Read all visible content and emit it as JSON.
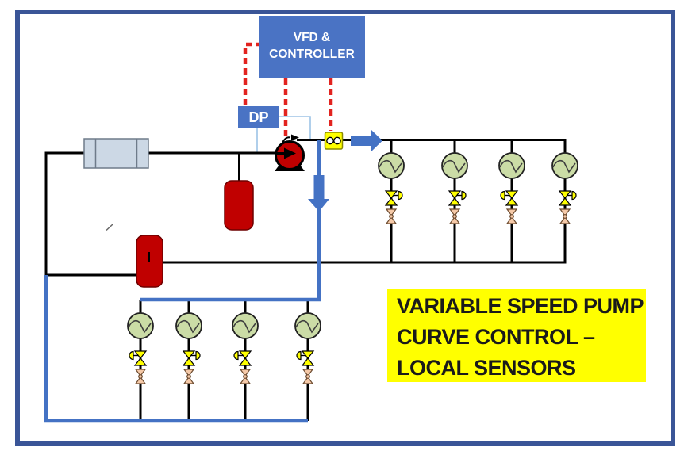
{
  "controller_box": {
    "line1": "VFD &",
    "line2": "CONTROLLER"
  },
  "dp_box": {
    "label": "DP"
  },
  "caption": {
    "line1": "VARIABLE SPEED PUMP",
    "line2": "CURVE CONTROL –",
    "line3": "LOCAL SENSORS"
  },
  "coil_groups": {
    "top": {
      "count": 4,
      "actuator_sides": [
        "right",
        "right",
        "left",
        "right"
      ]
    },
    "bottom": {
      "count": 4,
      "actuator_sides": [
        "left",
        "right",
        "left",
        "left"
      ]
    }
  },
  "colors": {
    "frame": "#3a5597",
    "control_box_fill": "#4a73c4",
    "control_box_text": "#ffffff",
    "caption_bg": "#ffff00",
    "caption_text": "#1a1a1a",
    "pipe_black": "#000000",
    "flow_blue": "#4472c4",
    "signal_red": "#e2231f",
    "sense_blue": "#9dc3e6",
    "equipment_red": "#c00000",
    "coil_green": "#cbdca6",
    "valve_yellow": "#ffff00",
    "valve_pink": "#f5c9a8",
    "flow_meter_yellow": "#ffff00",
    "hx_gray": "#ccd8e5"
  }
}
